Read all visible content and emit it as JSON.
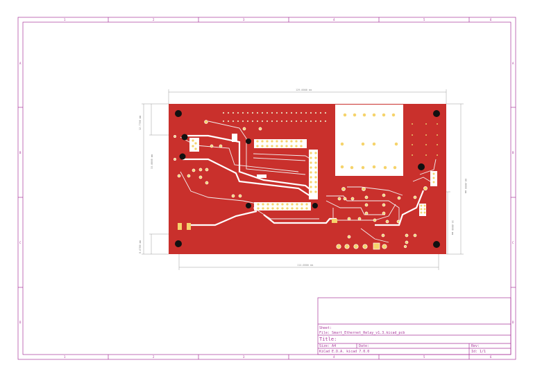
{
  "title_block": {
    "sheet_label": "Sheet:",
    "file_label": "File: Smart_Ethernet_Relay_v1.3.kicad_pcb",
    "title_label": "Title:",
    "size_label": "Size: A4",
    "date_label": "Date:",
    "rev_label": "Rev:",
    "kicad_label": "KiCad E.D.A.   kicad 7.0.0",
    "id_label": "Id: 1/1"
  },
  "column_labels": [
    "1",
    "2",
    "3",
    "4",
    "5",
    "6"
  ],
  "row_labels": [
    "A",
    "B",
    "C",
    "D"
  ],
  "dimensions": {
    "top_width": "129.0000 mm",
    "bottom_width": "114.0000 mm",
    "right_height": "60.0000 mm",
    "right_lower": "35.0000 mm",
    "left_height": "33.0000 mm",
    "left_top": "12.7700 mm",
    "left_bottom": "8.6700 mm"
  },
  "colors": {
    "frame": "#a8359a",
    "board": "#c9302c",
    "pad": "#f5d36b",
    "track": "#ffffff"
  }
}
